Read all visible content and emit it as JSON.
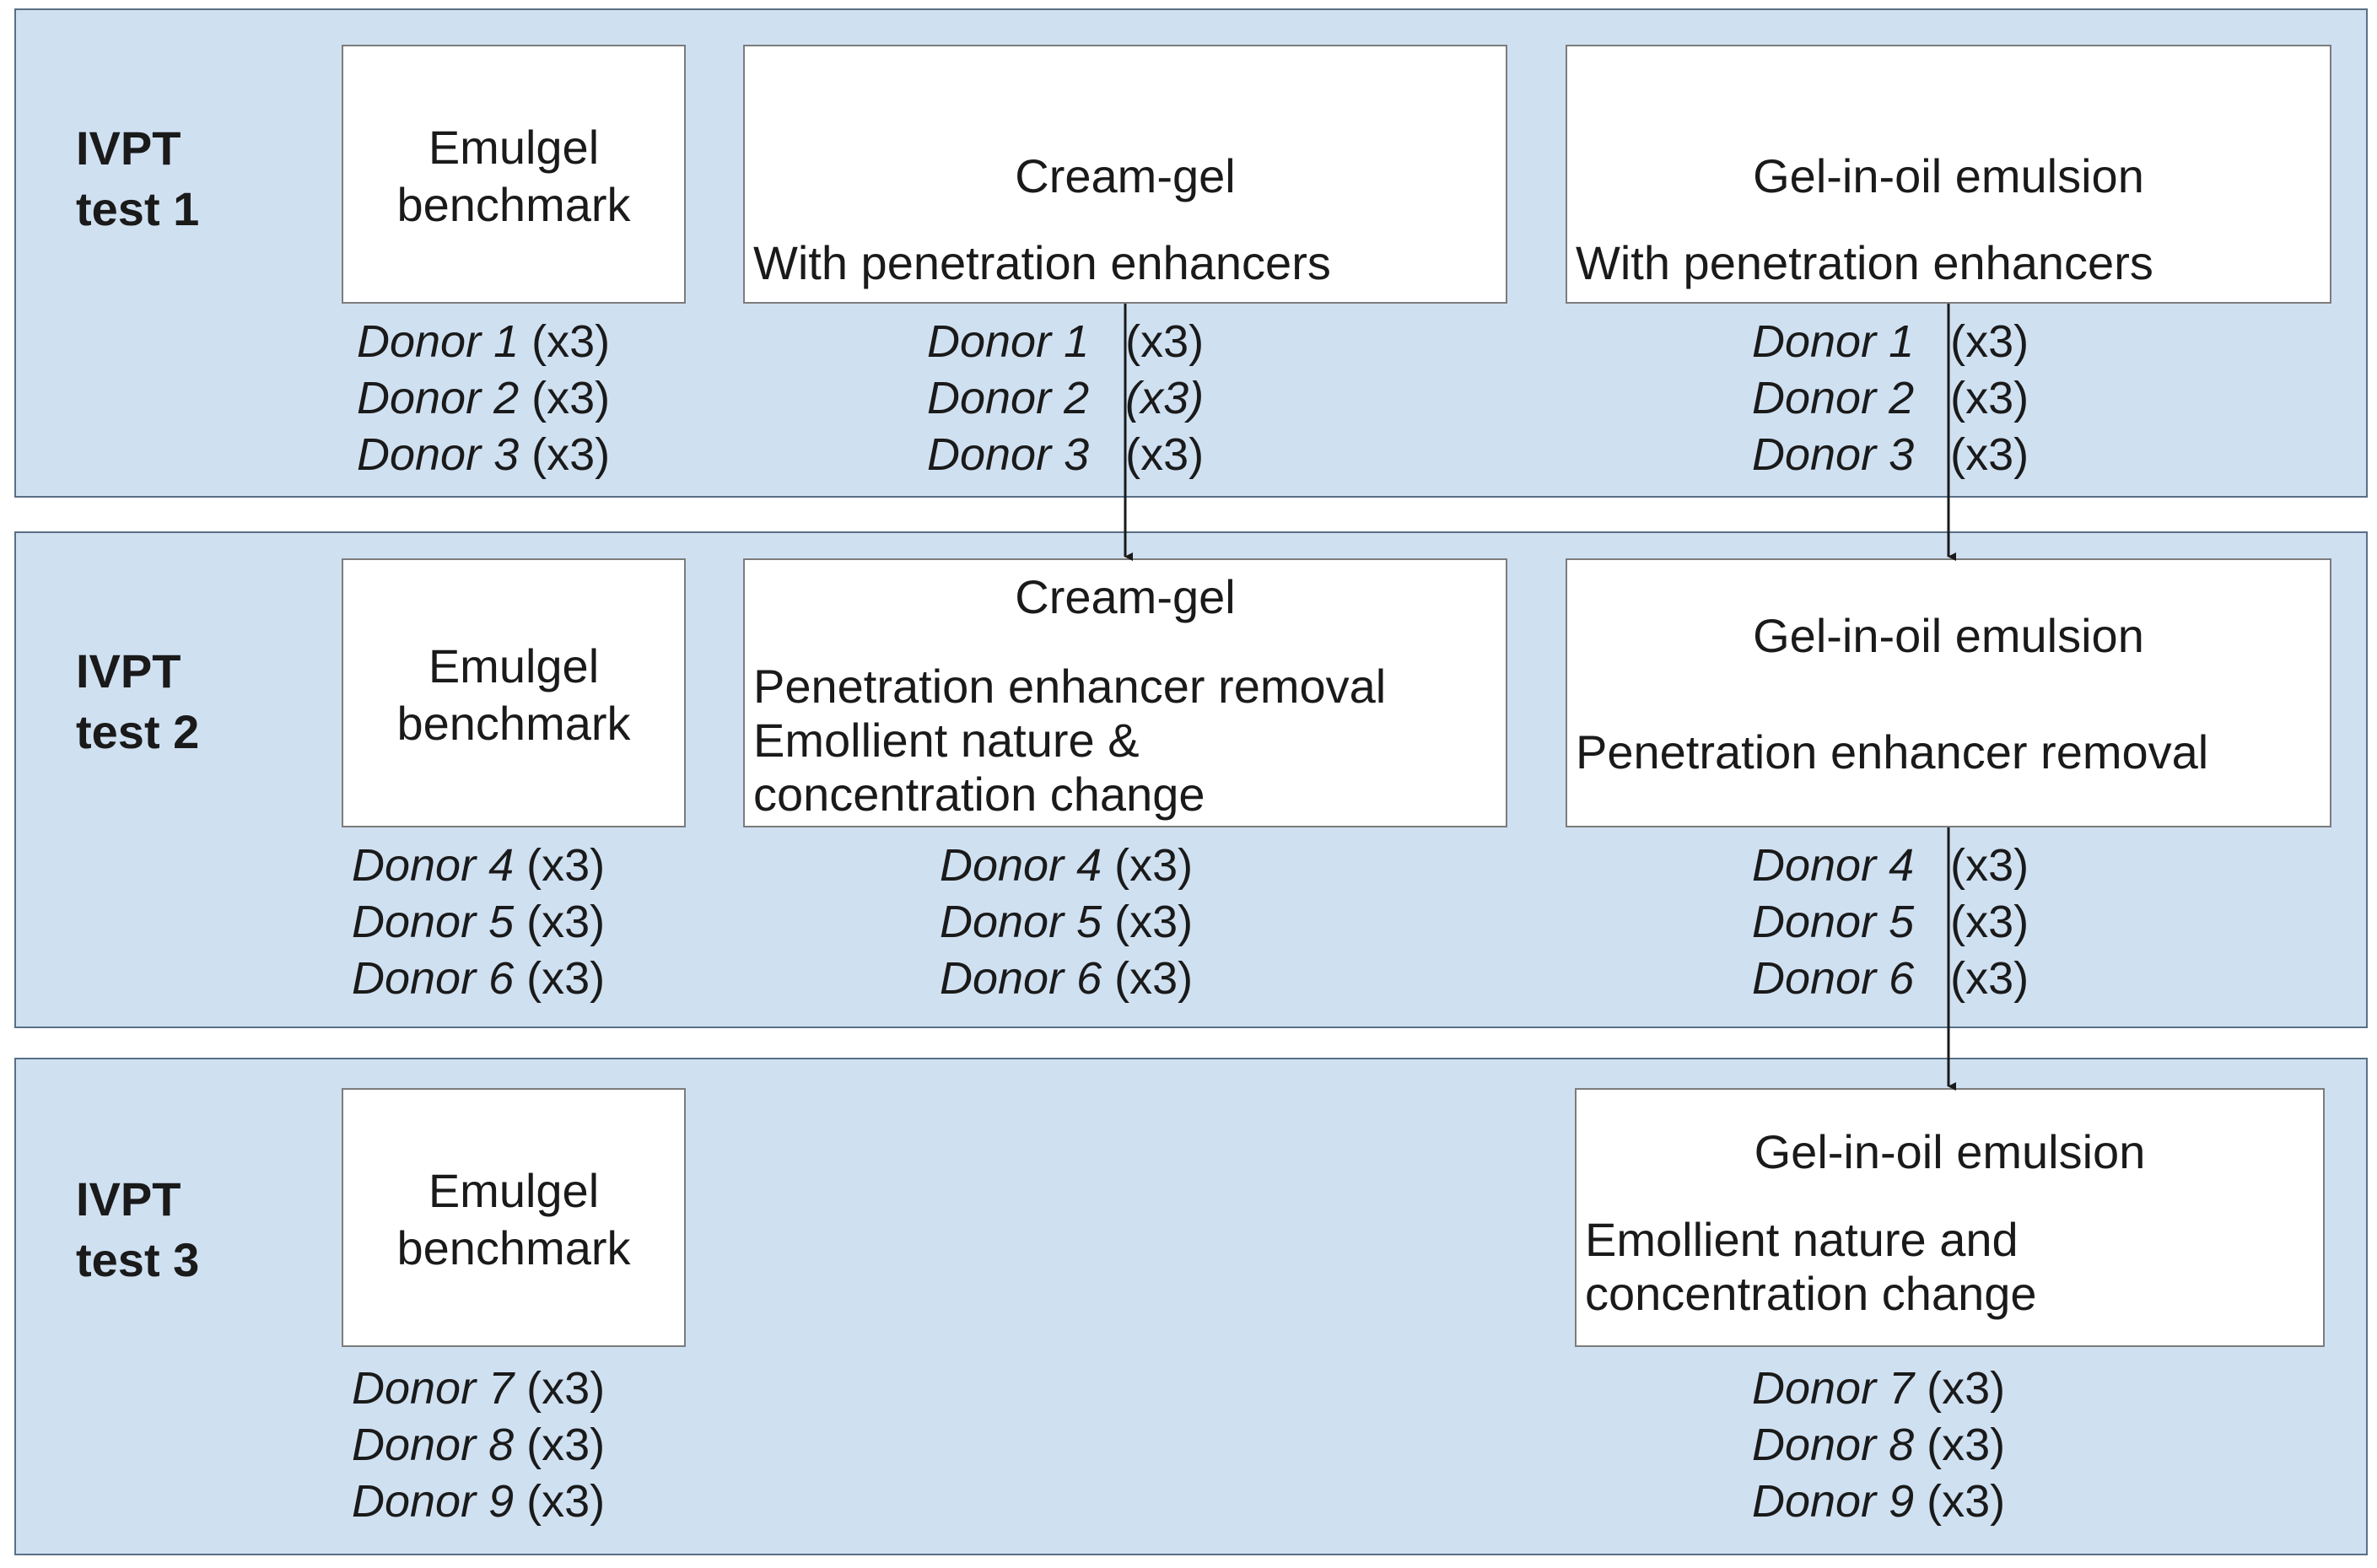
{
  "rows": [
    {
      "label_line1": "IVPT",
      "label_line2": "test 1",
      "benchmark": {
        "line1": "Emulgel",
        "line2": "benchmark",
        "donors": [
          {
            "name": "Donor 1",
            "count": "(x3)"
          },
          {
            "name": "Donor 2",
            "count": "(x3)"
          },
          {
            "name": "Donor 3",
            "count": "(x3)"
          }
        ]
      },
      "cream": {
        "title": "Cream-gel",
        "desc": [
          "With penetration enhancers"
        ],
        "donors": [
          {
            "name": "Donor 1",
            "count": "(x3)"
          },
          {
            "name": "Donor 2",
            "count": "(x3)"
          },
          {
            "name": "Donor 3",
            "count": "(x3)"
          }
        ]
      },
      "gel": {
        "title": "Gel-in-oil emulsion",
        "desc": [
          "With penetration enhancers"
        ],
        "donors": [
          {
            "name": "Donor 1",
            "count": "(x3)"
          },
          {
            "name": "Donor 2",
            "count": "(x3)"
          },
          {
            "name": "Donor 3",
            "count": "(x3)"
          }
        ]
      }
    },
    {
      "label_line1": "IVPT",
      "label_line2": "test 2",
      "benchmark": {
        "line1": "Emulgel",
        "line2": "benchmark",
        "donors": [
          {
            "name": "Donor 4",
            "count": "(x3)"
          },
          {
            "name": "Donor 5",
            "count": "(x3)"
          },
          {
            "name": "Donor 6",
            "count": "(x3)"
          }
        ]
      },
      "cream": {
        "title": "Cream-gel",
        "desc": [
          "Penetration enhancer removal",
          "Emollient nature &",
          "concentration change"
        ],
        "donors": [
          {
            "name": "Donor 4",
            "count": "(x3)"
          },
          {
            "name": "Donor 5",
            "count": "(x3)"
          },
          {
            "name": "Donor 6",
            "count": "(x3)"
          }
        ]
      },
      "gel": {
        "title": "Gel-in-oil emulsion",
        "desc": [
          "Penetration enhancer removal"
        ],
        "donors": [
          {
            "name": "Donor 4",
            "count": "(x3)"
          },
          {
            "name": "Donor 5",
            "count": "(x3)"
          },
          {
            "name": "Donor 6",
            "count": "(x3)"
          }
        ]
      }
    },
    {
      "label_line1": "IVPT",
      "label_line2": "test 3",
      "benchmark": {
        "line1": "Emulgel",
        "line2": "benchmark",
        "donors": [
          {
            "name": "Donor 7",
            "count": "(x3)"
          },
          {
            "name": "Donor 8",
            "count": "(x3)"
          },
          {
            "name": "Donor 9",
            "count": "(x3)"
          }
        ]
      },
      "gel": {
        "title": "Gel-in-oil emulsion",
        "desc": [
          "Emollient nature and",
          "concentration change"
        ],
        "donors": [
          {
            "name": "Donor 7",
            "count": "(x3)"
          },
          {
            "name": "Donor 8",
            "count": "(x3)"
          },
          {
            "name": "Donor 9",
            "count": "(x3)"
          }
        ]
      }
    }
  ],
  "colors": {
    "panel_bg": "#cfe0f1",
    "panel_border": "#5a6f86",
    "box_bg": "#ffffff",
    "arrow": "#1a1a1a"
  }
}
